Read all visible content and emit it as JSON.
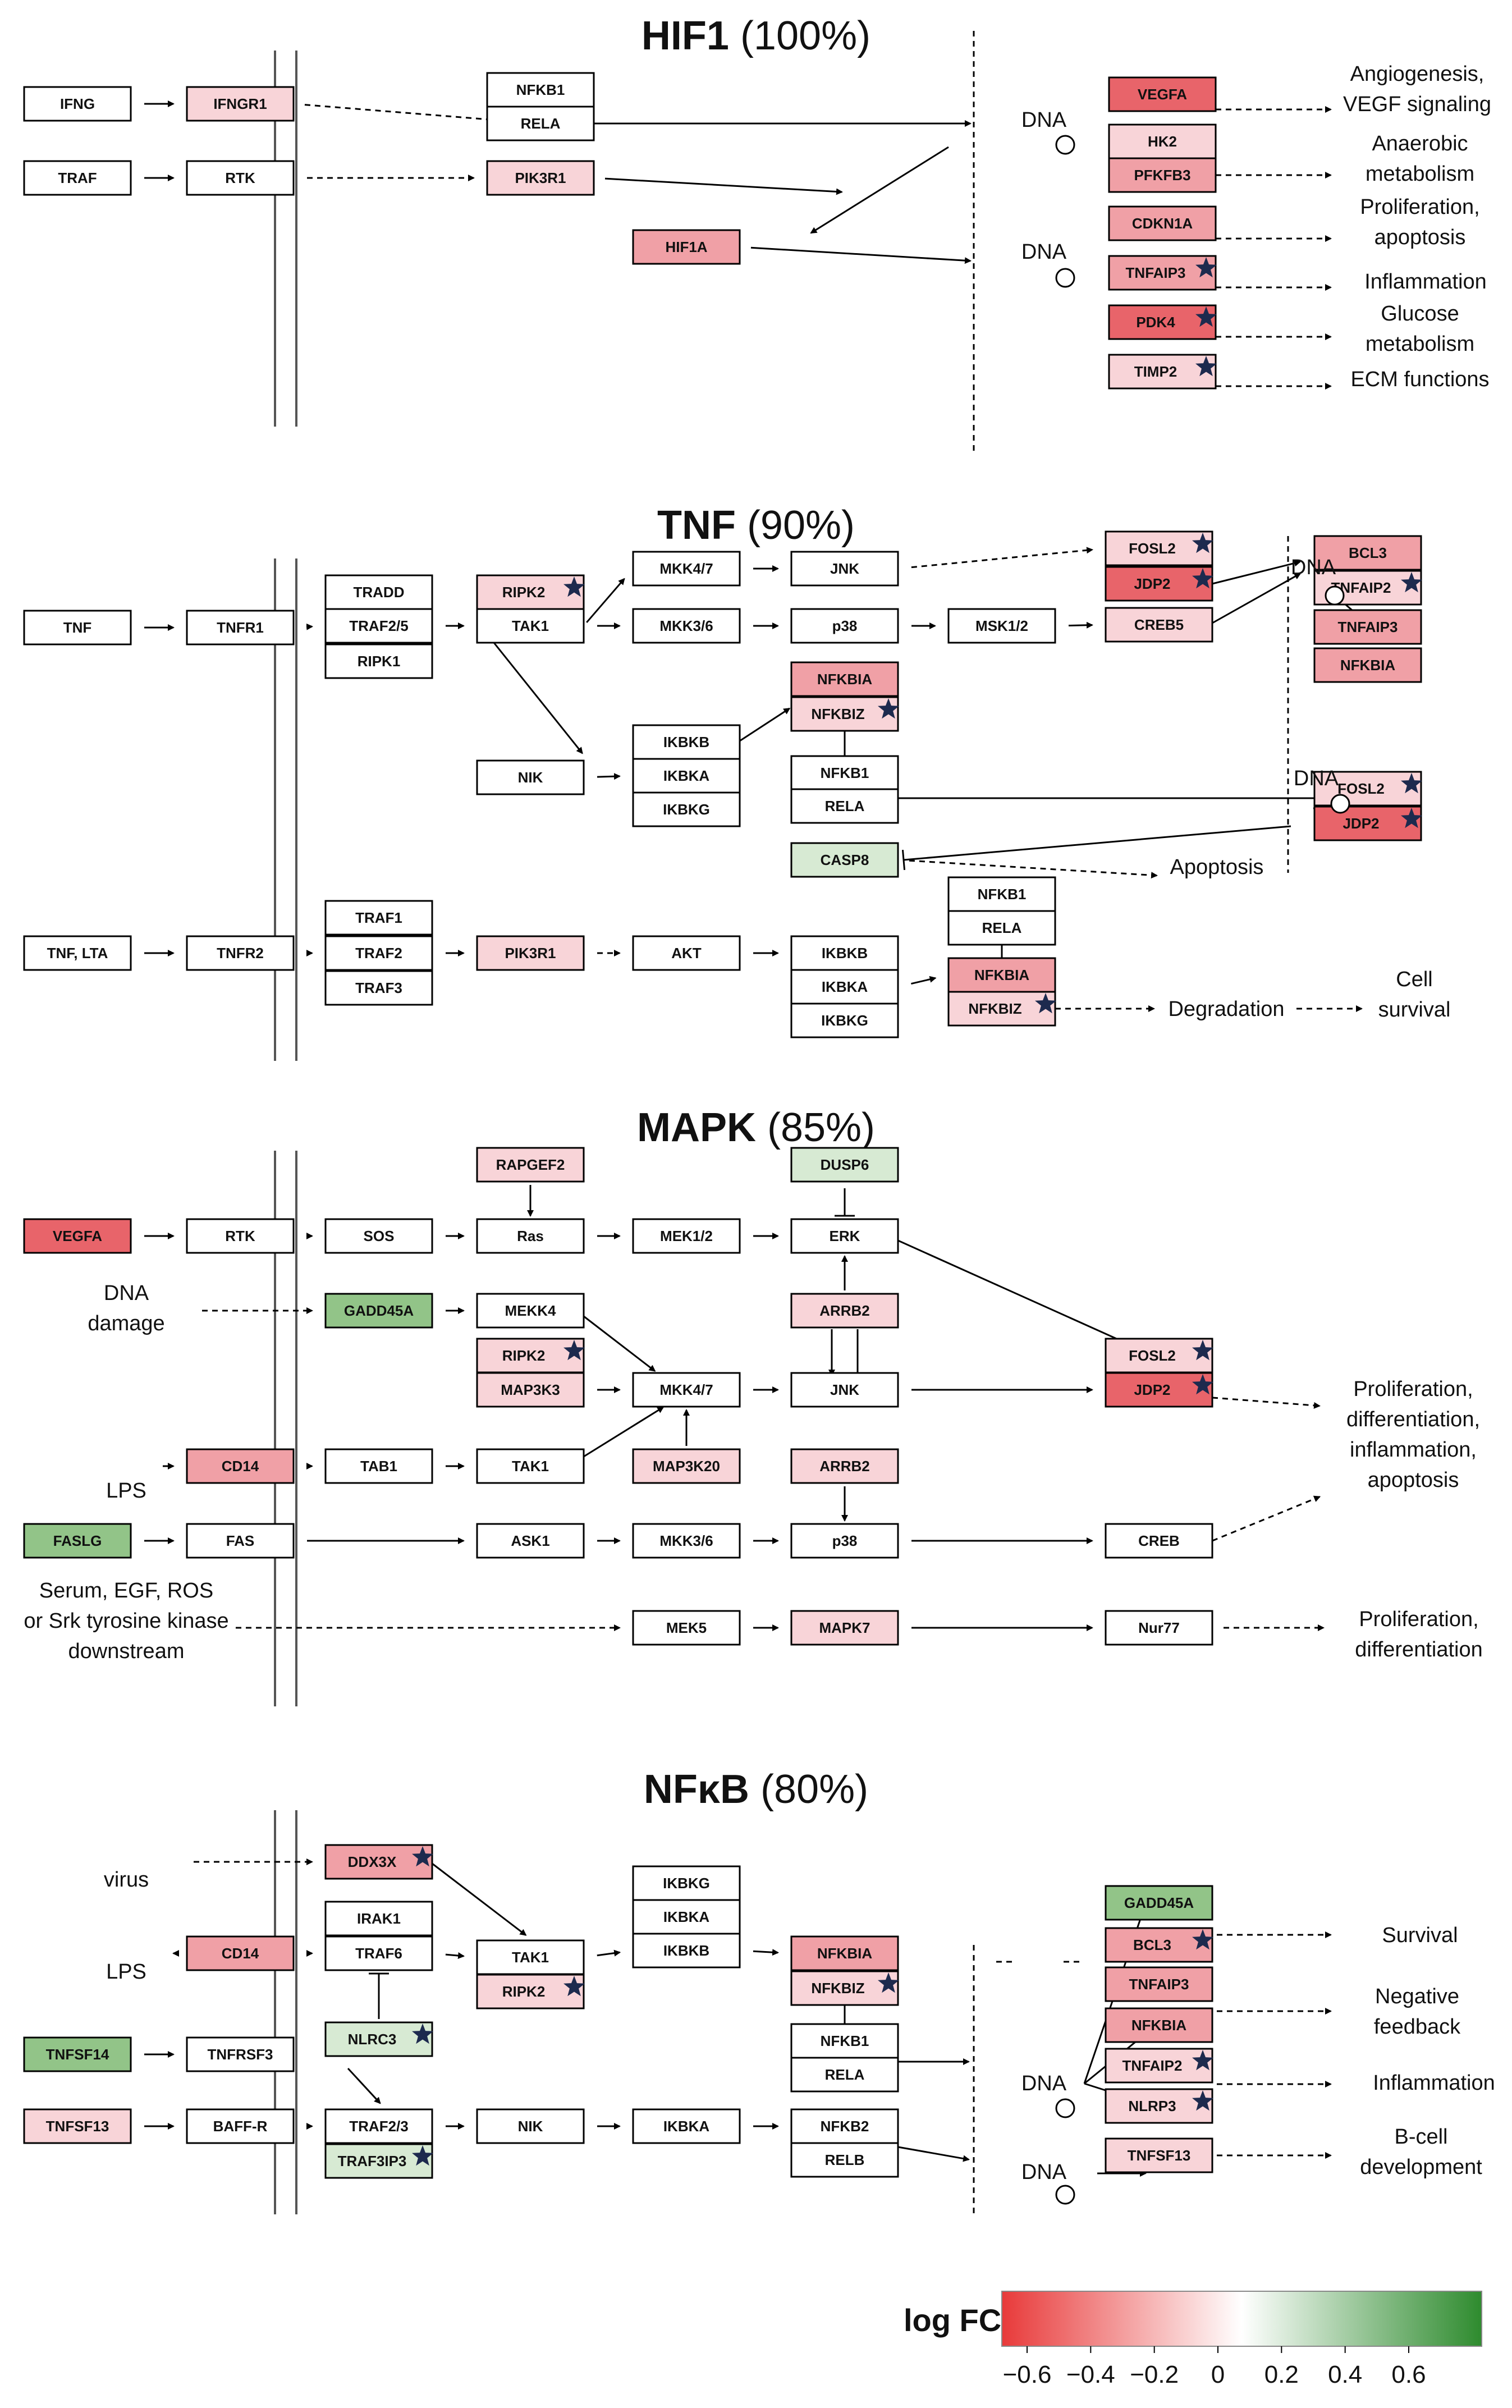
{
  "colors": {
    "down_strong": "#E8646A",
    "down_medium": "#F0A0A6",
    "down_light": "#F8D4D8",
    "neutral": "#FFFFFF",
    "up_light": "#D7EAD3",
    "up_strong": "#92C488",
    "border": "#000000",
    "star": "#1D2A4E"
  },
  "sections": {
    "hif1": {
      "name": "HIF1",
      "pct": " (100%)"
    },
    "tnf": {
      "name": "TNF",
      "pct": " (90%)"
    },
    "mapk": {
      "name": "MAPK",
      "pct": " (85%)"
    },
    "nfkb": {
      "name": "NFκB",
      "pct": " (80%)"
    }
  },
  "genes": [
    {
      "id": "h_ifng",
      "label": "IFNG",
      "fill": "neutral"
    },
    {
      "id": "h_ifngr1",
      "label": "IFNGR1",
      "fill": "down_light"
    },
    {
      "id": "h_nfkb1",
      "label": "NFKB1",
      "fill": "neutral"
    },
    {
      "id": "h_rela",
      "label": "RELA",
      "fill": "neutral"
    },
    {
      "id": "h_traf",
      "label": "TRAF",
      "fill": "neutral"
    },
    {
      "id": "h_rtk",
      "label": "RTK",
      "fill": "neutral"
    },
    {
      "id": "h_pik3r1",
      "label": "PIK3R1",
      "fill": "down_light"
    },
    {
      "id": "h_hif1a",
      "label": "HIF1A",
      "fill": "down_medium"
    },
    {
      "id": "h_vegfa",
      "label": "VEGFA",
      "fill": "down_strong"
    },
    {
      "id": "h_hk2",
      "label": "HK2",
      "fill": "down_light"
    },
    {
      "id": "h_pfkfb3",
      "label": "PFKFB3",
      "fill": "down_medium"
    },
    {
      "id": "h_cdkn1a",
      "label": "CDKN1A",
      "fill": "down_medium"
    },
    {
      "id": "h_tnfaip3",
      "label": "TNFAIP3",
      "fill": "down_medium",
      "star": true
    },
    {
      "id": "h_pdk4",
      "label": "PDK4",
      "fill": "down_strong",
      "star": true
    },
    {
      "id": "h_timp2",
      "label": "TIMP2",
      "fill": "down_light",
      "star": true
    },
    {
      "id": "t_tnf",
      "label": "TNF",
      "fill": "neutral"
    },
    {
      "id": "t_tnfr1",
      "label": "TNFR1",
      "fill": "neutral"
    },
    {
      "id": "t_tradd",
      "label": "TRADD",
      "fill": "neutral"
    },
    {
      "id": "t_traf25",
      "label": "TRAF2/5",
      "fill": "neutral"
    },
    {
      "id": "t_ripk1",
      "label": "RIPK1",
      "fill": "neutral"
    },
    {
      "id": "t_ripk2",
      "label": "RIPK2",
      "fill": "down_light",
      "star": true
    },
    {
      "id": "t_tak1",
      "label": "TAK1",
      "fill": "neutral"
    },
    {
      "id": "t_mkk47",
      "label": "MKK4/7",
      "fill": "neutral"
    },
    {
      "id": "t_mkk36",
      "label": "MKK3/6",
      "fill": "neutral"
    },
    {
      "id": "t_jnk",
      "label": "JNK",
      "fill": "neutral"
    },
    {
      "id": "t_p38",
      "label": "p38",
      "fill": "neutral"
    },
    {
      "id": "t_msk12",
      "label": "MSK1/2",
      "fill": "neutral"
    },
    {
      "id": "t_fosl2",
      "label": "FOSL2",
      "fill": "down_light",
      "star": true
    },
    {
      "id": "t_jdp2",
      "label": "JDP2",
      "fill": "down_strong",
      "star": true
    },
    {
      "id": "t_creb5",
      "label": "CREB5",
      "fill": "down_light"
    },
    {
      "id": "t_bcl3",
      "label": "BCL3",
      "fill": "down_medium"
    },
    {
      "id": "t_tnfaip2",
      "label": "TNFAIP2",
      "fill": "down_light",
      "star": true
    },
    {
      "id": "t_tnfaip3",
      "label": "TNFAIP3",
      "fill": "down_medium"
    },
    {
      "id": "t_nfkbia_out",
      "label": "NFKBIA",
      "fill": "down_medium"
    },
    {
      "id": "t_nik",
      "label": "NIK",
      "fill": "neutral"
    },
    {
      "id": "t_ikbkb",
      "label": "IKBKB",
      "fill": "neutral"
    },
    {
      "id": "t_ikbka",
      "label": "IKBKA",
      "fill": "neutral"
    },
    {
      "id": "t_ikbkg",
      "label": "IKBKG",
      "fill": "neutral"
    },
    {
      "id": "t_nfkbia",
      "label": "NFKBIA",
      "fill": "down_medium"
    },
    {
      "id": "t_nfkbiz",
      "label": "NFKBIZ",
      "fill": "down_light",
      "star": true
    },
    {
      "id": "t_nfkb1",
      "label": "NFKB1",
      "fill": "neutral"
    },
    {
      "id": "t_rela",
      "label": "RELA",
      "fill": "neutral"
    },
    {
      "id": "t_casp8",
      "label": "CASP8",
      "fill": "up_light"
    },
    {
      "id": "t_fosl2b",
      "label": "FOSL2",
      "fill": "down_light",
      "star": true
    },
    {
      "id": "t_jdp2b",
      "label": "JDP2",
      "fill": "down_strong",
      "star": true
    },
    {
      "id": "t_tnflta",
      "label": "TNF, LTA",
      "fill": "neutral"
    },
    {
      "id": "t_tnfr2",
      "label": "TNFR2",
      "fill": "neutral"
    },
    {
      "id": "t_traf1",
      "label": "TRAF1",
      "fill": "neutral"
    },
    {
      "id": "t_traf2",
      "label": "TRAF2",
      "fill": "neutral"
    },
    {
      "id": "t_traf3",
      "label": "TRAF3",
      "fill": "neutral"
    },
    {
      "id": "t_pik3r1",
      "label": "PIK3R1",
      "fill": "down_light"
    },
    {
      "id": "t_akt",
      "label": "AKT",
      "fill": "neutral"
    },
    {
      "id": "t_ikbkb2",
      "label": "IKBKB",
      "fill": "neutral"
    },
    {
      "id": "t_ikbka2",
      "label": "IKBKA",
      "fill": "neutral"
    },
    {
      "id": "t_ikbkg2",
      "label": "IKBKG",
      "fill": "neutral"
    },
    {
      "id": "t_nfkb1b",
      "label": "NFKB1",
      "fill": "neutral"
    },
    {
      "id": "t_relab",
      "label": "RELA",
      "fill": "neutral"
    },
    {
      "id": "t_nfkbia2",
      "label": "NFKBIA",
      "fill": "down_medium"
    },
    {
      "id": "t_nfkbiz2",
      "label": "NFKBIZ",
      "fill": "down_light",
      "star": true
    },
    {
      "id": "m_vegfa",
      "label": "VEGFA",
      "fill": "down_strong"
    },
    {
      "id": "m_rtk",
      "label": "RTK",
      "fill": "neutral"
    },
    {
      "id": "m_sos",
      "label": "SOS",
      "fill": "neutral"
    },
    {
      "id": "m_rapgef2",
      "label": "RAPGEF2",
      "fill": "down_light"
    },
    {
      "id": "m_ras",
      "label": "Ras",
      "fill": "neutral"
    },
    {
      "id": "m_mek12",
      "label": "MEK1/2",
      "fill": "neutral"
    },
    {
      "id": "m_dusp6",
      "label": "DUSP6",
      "fill": "up_light"
    },
    {
      "id": "m_erk",
      "label": "ERK",
      "fill": "neutral"
    },
    {
      "id": "m_gadd45a",
      "label": "GADD45A",
      "fill": "up_strong"
    },
    {
      "id": "m_mekk4",
      "label": "MEKK4",
      "fill": "neutral"
    },
    {
      "id": "m_arrb2a",
      "label": "ARRB2",
      "fill": "down_light"
    },
    {
      "id": "m_ripk2",
      "label": "RIPK2",
      "fill": "down_light",
      "star": true
    },
    {
      "id": "m_map3k3",
      "label": "MAP3K3",
      "fill": "down_light"
    },
    {
      "id": "m_mkk47",
      "label": "MKK4/7",
      "fill": "neutral"
    },
    {
      "id": "m_jnk",
      "label": "JNK",
      "fill": "neutral"
    },
    {
      "id": "m_fosl2",
      "label": "FOSL2",
      "fill": "down_light",
      "star": true
    },
    {
      "id": "m_jdp2",
      "label": "JDP2",
      "fill": "down_strong",
      "star": true
    },
    {
      "id": "m_cd14",
      "label": "CD14",
      "fill": "down_medium"
    },
    {
      "id": "m_tab1",
      "label": "TAB1",
      "fill": "neutral"
    },
    {
      "id": "m_tak1",
      "label": "TAK1",
      "fill": "neutral"
    },
    {
      "id": "m_map3k20",
      "label": "MAP3K20",
      "fill": "down_light"
    },
    {
      "id": "m_arrb2b",
      "label": "ARRB2",
      "fill": "down_light"
    },
    {
      "id": "m_faslg",
      "label": "FASLG",
      "fill": "up_strong"
    },
    {
      "id": "m_fas",
      "label": "FAS",
      "fill": "neutral"
    },
    {
      "id": "m_ask1",
      "label": "ASK1",
      "fill": "neutral"
    },
    {
      "id": "m_mkk36",
      "label": "MKK3/6",
      "fill": "neutral"
    },
    {
      "id": "m_p38",
      "label": "p38",
      "fill": "neutral"
    },
    {
      "id": "m_creb",
      "label": "CREB",
      "fill": "neutral"
    },
    {
      "id": "m_mek5",
      "label": "MEK5",
      "fill": "neutral"
    },
    {
      "id": "m_mapk7",
      "label": "MAPK7",
      "fill": "down_light"
    },
    {
      "id": "m_nur77",
      "label": "Nur77",
      "fill": "neutral"
    },
    {
      "id": "n_ddx3x",
      "label": "DDX3X",
      "fill": "down_medium",
      "star": true
    },
    {
      "id": "n_ikbkg",
      "label": "IKBKG",
      "fill": "neutral"
    },
    {
      "id": "n_ikbka",
      "label": "IKBKA",
      "fill": "neutral"
    },
    {
      "id": "n_ikbkb",
      "label": "IKBKB",
      "fill": "neutral"
    },
    {
      "id": "n_irak1",
      "label": "IRAK1",
      "fill": "neutral"
    },
    {
      "id": "n_traf6",
      "label": "TRAF6",
      "fill": "neutral"
    },
    {
      "id": "n_cd14",
      "label": "CD14",
      "fill": "down_medium"
    },
    {
      "id": "n_tak1",
      "label": "TAK1",
      "fill": "neutral"
    },
    {
      "id": "n_ripk2",
      "label": "RIPK2",
      "fill": "down_light",
      "star": true
    },
    {
      "id": "n_nfkbia",
      "label": "NFKBIA",
      "fill": "down_medium"
    },
    {
      "id": "n_nfkbiz",
      "label": "NFKBIZ",
      "fill": "down_light",
      "star": true
    },
    {
      "id": "n_nlrc3",
      "label": "NLRC3",
      "fill": "up_light",
      "star": true
    },
    {
      "id": "n_tnfsf14",
      "label": "TNFSF14",
      "fill": "up_strong"
    },
    {
      "id": "n_tnfrsf3",
      "label": "TNFRSF3",
      "fill": "neutral"
    },
    {
      "id": "n_nfkb1",
      "label": "NFKB1",
      "fill": "neutral"
    },
    {
      "id": "n_rela",
      "label": "RELA",
      "fill": "neutral"
    },
    {
      "id": "n_tnfsf13",
      "label": "TNFSF13",
      "fill": "down_light"
    },
    {
      "id": "n_baffr",
      "label": "BAFF-R",
      "fill": "neutral"
    },
    {
      "id": "n_traf23",
      "label": "TRAF2/3",
      "fill": "neutral"
    },
    {
      "id": "n_traf3ip3",
      "label": "TRAF3IP3",
      "fill": "up_light",
      "star": true
    },
    {
      "id": "n_nik",
      "label": "NIK",
      "fill": "neutral"
    },
    {
      "id": "n_ikbka2",
      "label": "IKBKA",
      "fill": "neutral"
    },
    {
      "id": "n_nfkb2",
      "label": "NFKB2",
      "fill": "neutral"
    },
    {
      "id": "n_relb",
      "label": "RELB",
      "fill": "neutral"
    },
    {
      "id": "n_gadd45a",
      "label": "GADD45A",
      "fill": "up_strong"
    },
    {
      "id": "n_bcl3",
      "label": "BCL3",
      "fill": "down_medium",
      "star": true
    },
    {
      "id": "n_tnfaip3",
      "label": "TNFAIP3",
      "fill": "down_medium"
    },
    {
      "id": "n_nfkbia_out",
      "label": "NFKBIA",
      "fill": "down_medium"
    },
    {
      "id": "n_tnfaip2",
      "label": "TNFAIP2",
      "fill": "down_light",
      "star": true
    },
    {
      "id": "n_nlrp3",
      "label": "NLRP3",
      "fill": "down_light",
      "star": true
    },
    {
      "id": "n_tnfsf13b",
      "label": "TNFSF13",
      "fill": "down_light"
    }
  ],
  "labels": [
    {
      "id": "h_angio",
      "lines": [
        "Angiogenesis,",
        "VEGF signaling"
      ]
    },
    {
      "id": "h_anaer",
      "lines": [
        "Anaerobic",
        "metabolism"
      ]
    },
    {
      "id": "h_prolif",
      "lines": [
        "Proliferation,",
        "apoptosis"
      ]
    },
    {
      "id": "h_inflam",
      "lines": [
        "Inflammation"
      ]
    },
    {
      "id": "h_glucose",
      "lines": [
        "Glucose",
        "metabolism"
      ]
    },
    {
      "id": "h_ecm",
      "lines": [
        "ECM functions"
      ]
    },
    {
      "id": "h_dna1",
      "lines": [
        "DNA"
      ]
    },
    {
      "id": "h_dna2",
      "lines": [
        "DNA"
      ]
    },
    {
      "id": "t_dna1",
      "lines": [
        "DNA"
      ]
    },
    {
      "id": "t_dna2",
      "lines": [
        "DNA"
      ]
    },
    {
      "id": "t_apop",
      "lines": [
        "Apoptosis"
      ]
    },
    {
      "id": "t_degr",
      "lines": [
        "Degradation"
      ]
    },
    {
      "id": "t_cellsurv",
      "lines": [
        "Cell",
        "survival"
      ]
    },
    {
      "id": "m_dnadmg",
      "lines": [
        "DNA",
        "damage"
      ]
    },
    {
      "id": "m_lps",
      "lines": [
        "LPS"
      ]
    },
    {
      "id": "m_serum",
      "lines": [
        "Serum, EGF, ROS",
        "or Srk tyrosine kinase",
        "downstream"
      ]
    },
    {
      "id": "m_prolif4",
      "lines": [
        "Proliferation,",
        "differentiation,",
        "inflammation,",
        "apoptosis"
      ]
    },
    {
      "id": "m_prolif2",
      "lines": [
        "Proliferation,",
        "differentiation"
      ]
    },
    {
      "id": "n_virus",
      "lines": [
        "virus"
      ]
    },
    {
      "id": "n_lps",
      "lines": [
        "LPS"
      ]
    },
    {
      "id": "n_dna1",
      "lines": [
        "DNA"
      ]
    },
    {
      "id": "n_dna2",
      "lines": [
        "DNA"
      ]
    },
    {
      "id": "n_surv",
      "lines": [
        "Survival"
      ]
    },
    {
      "id": "n_negfb",
      "lines": [
        "Negative",
        "feedback"
      ]
    },
    {
      "id": "n_inflam",
      "lines": [
        "Inflammation"
      ]
    },
    {
      "id": "n_bcell",
      "lines": [
        "B-cell",
        "development"
      ]
    }
  ],
  "legend": {
    "title": "log FC",
    "gradient": [
      "#E83A3A",
      "#FFFFFF",
      "#2E8B2E"
    ],
    "ticks": [
      "−0.6",
      "−0.4",
      "−0.2",
      "0",
      "0.2",
      "0.4",
      "0.6"
    ]
  }
}
